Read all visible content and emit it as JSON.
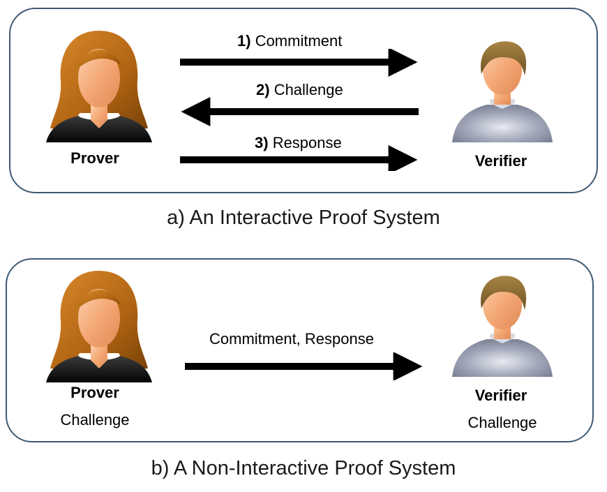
{
  "panel_a": {
    "prover_label": "Prover",
    "verifier_label": "Verifier",
    "messages": [
      {
        "num": "1)",
        "text": "Commitment",
        "direction": "right"
      },
      {
        "num": "2)",
        "text": "Challenge",
        "direction": "left"
      },
      {
        "num": "3)",
        "text": "Response",
        "direction": "right"
      }
    ],
    "caption": "a) An Interactive Proof System"
  },
  "panel_b": {
    "prover_label": "Prover",
    "prover_sub": "Challenge",
    "verifier_label": "Verifier",
    "verifier_sub": "Challenge",
    "message": "Commitment, Response",
    "caption": "b) A Non-Interactive Proof System"
  },
  "colors": {
    "border": "#3d5a74",
    "arrow": "#000000",
    "hair_female": "#b86a14",
    "hair_male": "#8a6a2e",
    "skin": "#f4a875",
    "shirt_male": "#8f96a8"
  }
}
